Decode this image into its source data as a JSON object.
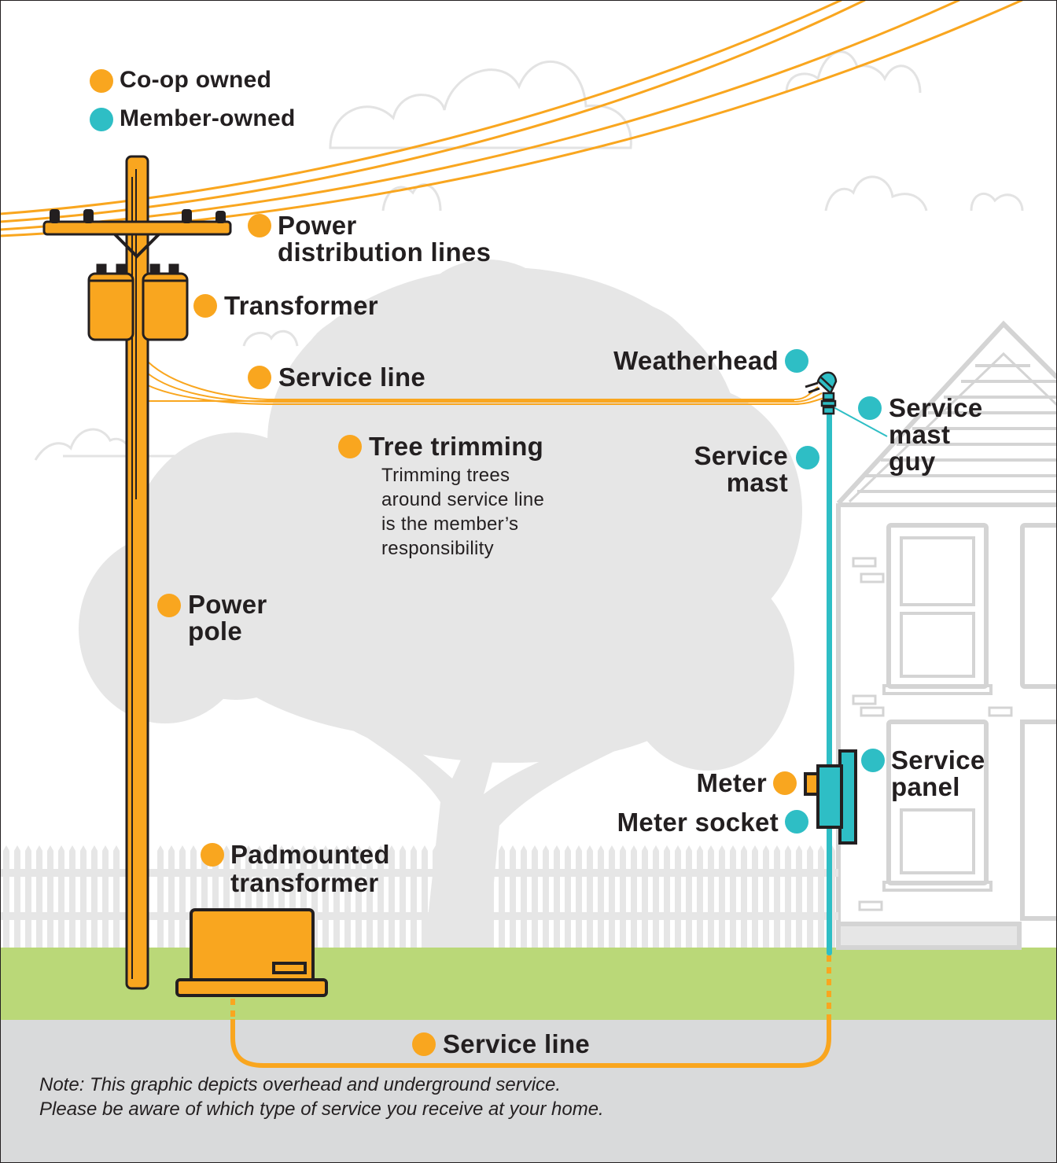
{
  "legend": {
    "items": [
      {
        "label": "Co-op owned",
        "color": "#f9a61f"
      },
      {
        "label": "Member-owned",
        "color": "#2ebec5"
      }
    ]
  },
  "labels": {
    "power_distribution_lines": {
      "line1": "Power",
      "line2": "distribution lines",
      "owner": "co-op"
    },
    "transformer": {
      "text": "Transformer",
      "owner": "co-op"
    },
    "service_line_overhead": {
      "text": "Service line",
      "owner": "co-op"
    },
    "tree_trimming": {
      "title": "Tree trimming",
      "desc": [
        "Trimming trees",
        "around service line",
        "is the member’s",
        "responsibility"
      ],
      "owner": "co-op"
    },
    "power_pole": {
      "line1": "Power",
      "line2": "pole",
      "owner": "co-op"
    },
    "padmounted_transformer": {
      "line1": "Padmounted",
      "line2": "transformer",
      "owner": "co-op"
    },
    "weatherhead": {
      "text": "Weatherhead",
      "owner": "member"
    },
    "service_mast_guy": {
      "line1": "Service",
      "line2": "mast",
      "line3": "guy",
      "owner": "member"
    },
    "service_mast": {
      "line1": "Service",
      "line2": "mast",
      "owner": "member"
    },
    "meter": {
      "text": "Meter",
      "owner": "co-op"
    },
    "meter_socket": {
      "text": "Meter socket",
      "owner": "member"
    },
    "service_panel": {
      "line1": "Service",
      "line2": "panel",
      "owner": "member"
    },
    "service_line_underground": {
      "text": "Service line",
      "owner": "co-op"
    }
  },
  "note": {
    "line1": "Note: This graphic depicts overhead and underground service.",
    "line2": "Please be aware of which type of service you receive at your home."
  },
  "colors": {
    "coop": "#f9a61f",
    "member": "#2ebec5",
    "outline": "#231f20",
    "sky": "#ffffff",
    "background_art": "#e6e6e6",
    "grass": "#bad878",
    "ground": "#d9dadb"
  }
}
